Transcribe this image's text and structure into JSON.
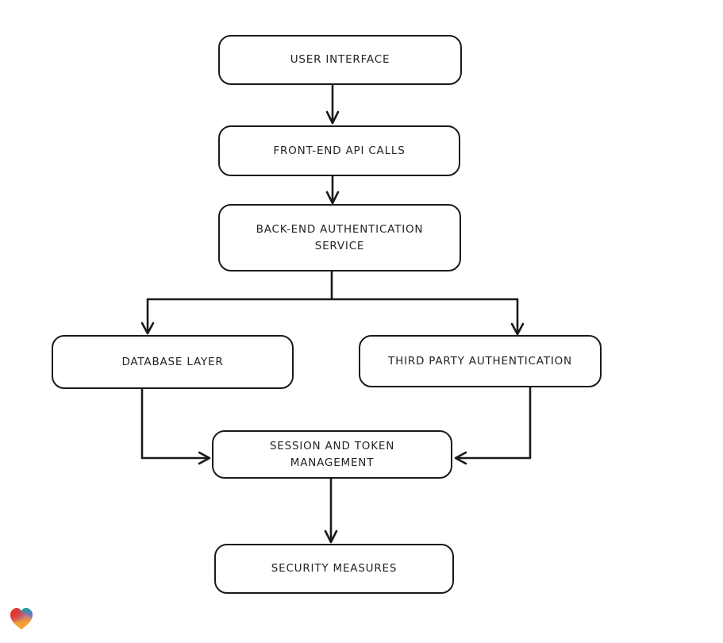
{
  "diagram": {
    "nodes": {
      "user_interface": {
        "label": "USER INTERFACE"
      },
      "front_end": {
        "label": "FRONT-END API CALLS"
      },
      "back_end": {
        "label": "BACK-END AUTHENTICATION\nSERVICE"
      },
      "database": {
        "label": "DATABASE LAYER"
      },
      "third_party": {
        "label": "THIRD PARTY AUTHENTICATION"
      },
      "session": {
        "label": "SESSION AND TOKEN\nMANAGEMENT"
      },
      "security": {
        "label": "SECURITY MEASURES"
      }
    },
    "edges": [
      {
        "from": "user_interface",
        "to": "front_end"
      },
      {
        "from": "front_end",
        "to": "back_end"
      },
      {
        "from": "back_end",
        "to": "database"
      },
      {
        "from": "back_end",
        "to": "third_party"
      },
      {
        "from": "database",
        "to": "session"
      },
      {
        "from": "third_party",
        "to": "session"
      },
      {
        "from": "session",
        "to": "security"
      }
    ]
  },
  "footer": {
    "logo_icon": "heart-logo"
  },
  "theme": {
    "stroke": "#1a1a1a",
    "canvas-bg": "#ffffff",
    "heart-red": "#e23a2a",
    "heart-teal": "#17a69b",
    "heart-blue": "#2f7de0",
    "heart-orange": "#f6a12f",
    "heart-purple": "#9c59c6"
  }
}
